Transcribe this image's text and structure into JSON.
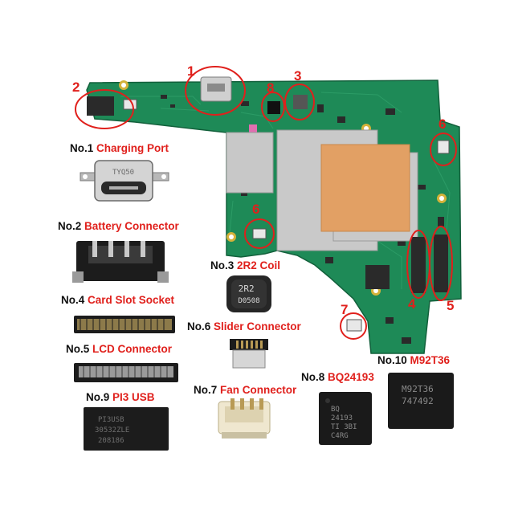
{
  "colors": {
    "accent": "#e0201c",
    "board": "#1e8a57",
    "chip": "#1c1c1c"
  },
  "callouts": [
    "1",
    "2",
    "3",
    "4",
    "5",
    "6",
    "6",
    "7",
    "8"
  ],
  "parts": [
    {
      "no": "No.1",
      "name": "Charging Port"
    },
    {
      "no": "No.2",
      "name": "Battery Connector"
    },
    {
      "no": "No.3",
      "name": "2R2 Coil"
    },
    {
      "no": "No.4",
      "name": "Card Slot Socket"
    },
    {
      "no": "No.5",
      "name": "LCD Connector"
    },
    {
      "no": "No.6",
      "name": "Slider Connector"
    },
    {
      "no": "No.7",
      "name": "Fan Connector"
    },
    {
      "no": "No.8",
      "name": "BQ24193"
    },
    {
      "no": "No.9",
      "name": "PI3 USB"
    },
    {
      "no": "No.10",
      "name": "M92T36"
    }
  ],
  "markings": {
    "coil": [
      "2R2",
      "D0508"
    ],
    "bq": [
      "BQ",
      "24193",
      "TI 3BI",
      "C4RG"
    ],
    "m92": [
      "M92T36",
      "747492"
    ],
    "pi3": [
      "PI3USB",
      "30532ZLE",
      "208186"
    ],
    "charging_port": "TYQ50"
  }
}
